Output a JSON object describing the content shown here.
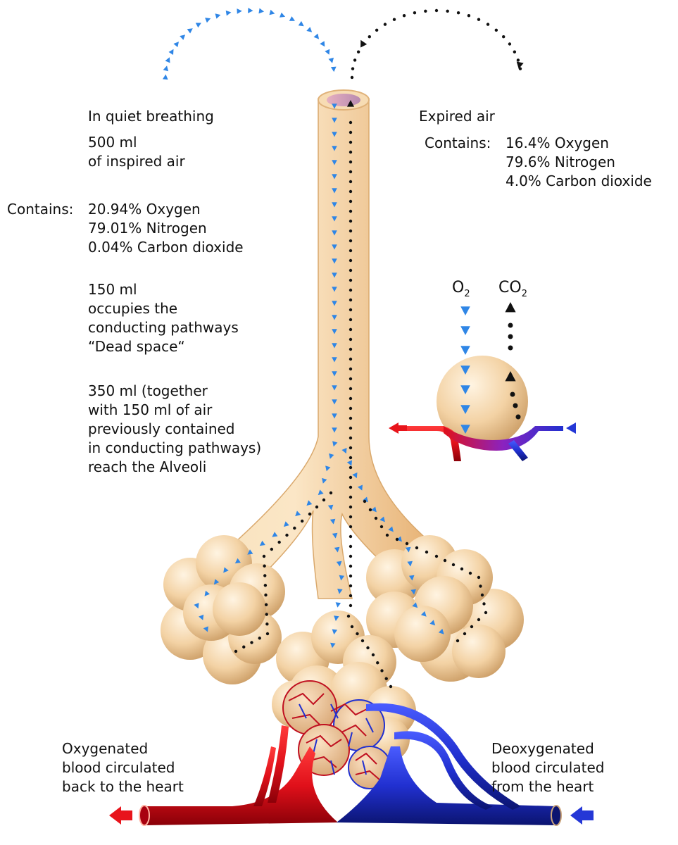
{
  "inspired": {
    "heading": "In quiet breathing",
    "volume_lines": [
      "500 ml",
      "of inspired air"
    ],
    "contains_label": "Contains:",
    "composition": [
      "20.94% Oxygen",
      "79.01% Nitrogen",
      "0.04% Carbon dioxide"
    ],
    "dead_space_lines": [
      "150 ml",
      "occupies the",
      "conducting pathways",
      "“Dead space“"
    ],
    "alveoli_lines": [
      "350 ml (together",
      "with 150 ml of air",
      "previously contained",
      "in conducting pathways)",
      "reach the Alveoli"
    ]
  },
  "expired": {
    "heading": "Expired air",
    "contains_label": "Contains:",
    "composition": [
      "16.4% Oxygen",
      "79.6% Nitrogen",
      "4.0% Carbon dioxide"
    ]
  },
  "gas_exchange": {
    "o2_symbol": "O",
    "o2_subscript": "2",
    "co2_symbol": "CO",
    "co2_subscript": "2"
  },
  "blood": {
    "oxygenated_lines": [
      "Oxygenated",
      "blood circulated",
      "back to the heart"
    ],
    "deoxygenated_lines": [
      "Deoxygenated",
      "blood circulated",
      "from the heart"
    ]
  },
  "colors": {
    "inspired_arrow": "#2f86e6",
    "expired_arrow": "#111111",
    "oxygenated_blood": "#e8141b",
    "deoxygenated_blood": "#2437d6",
    "airway": "#f3c98f",
    "alveolus": "#f2d3a6"
  }
}
